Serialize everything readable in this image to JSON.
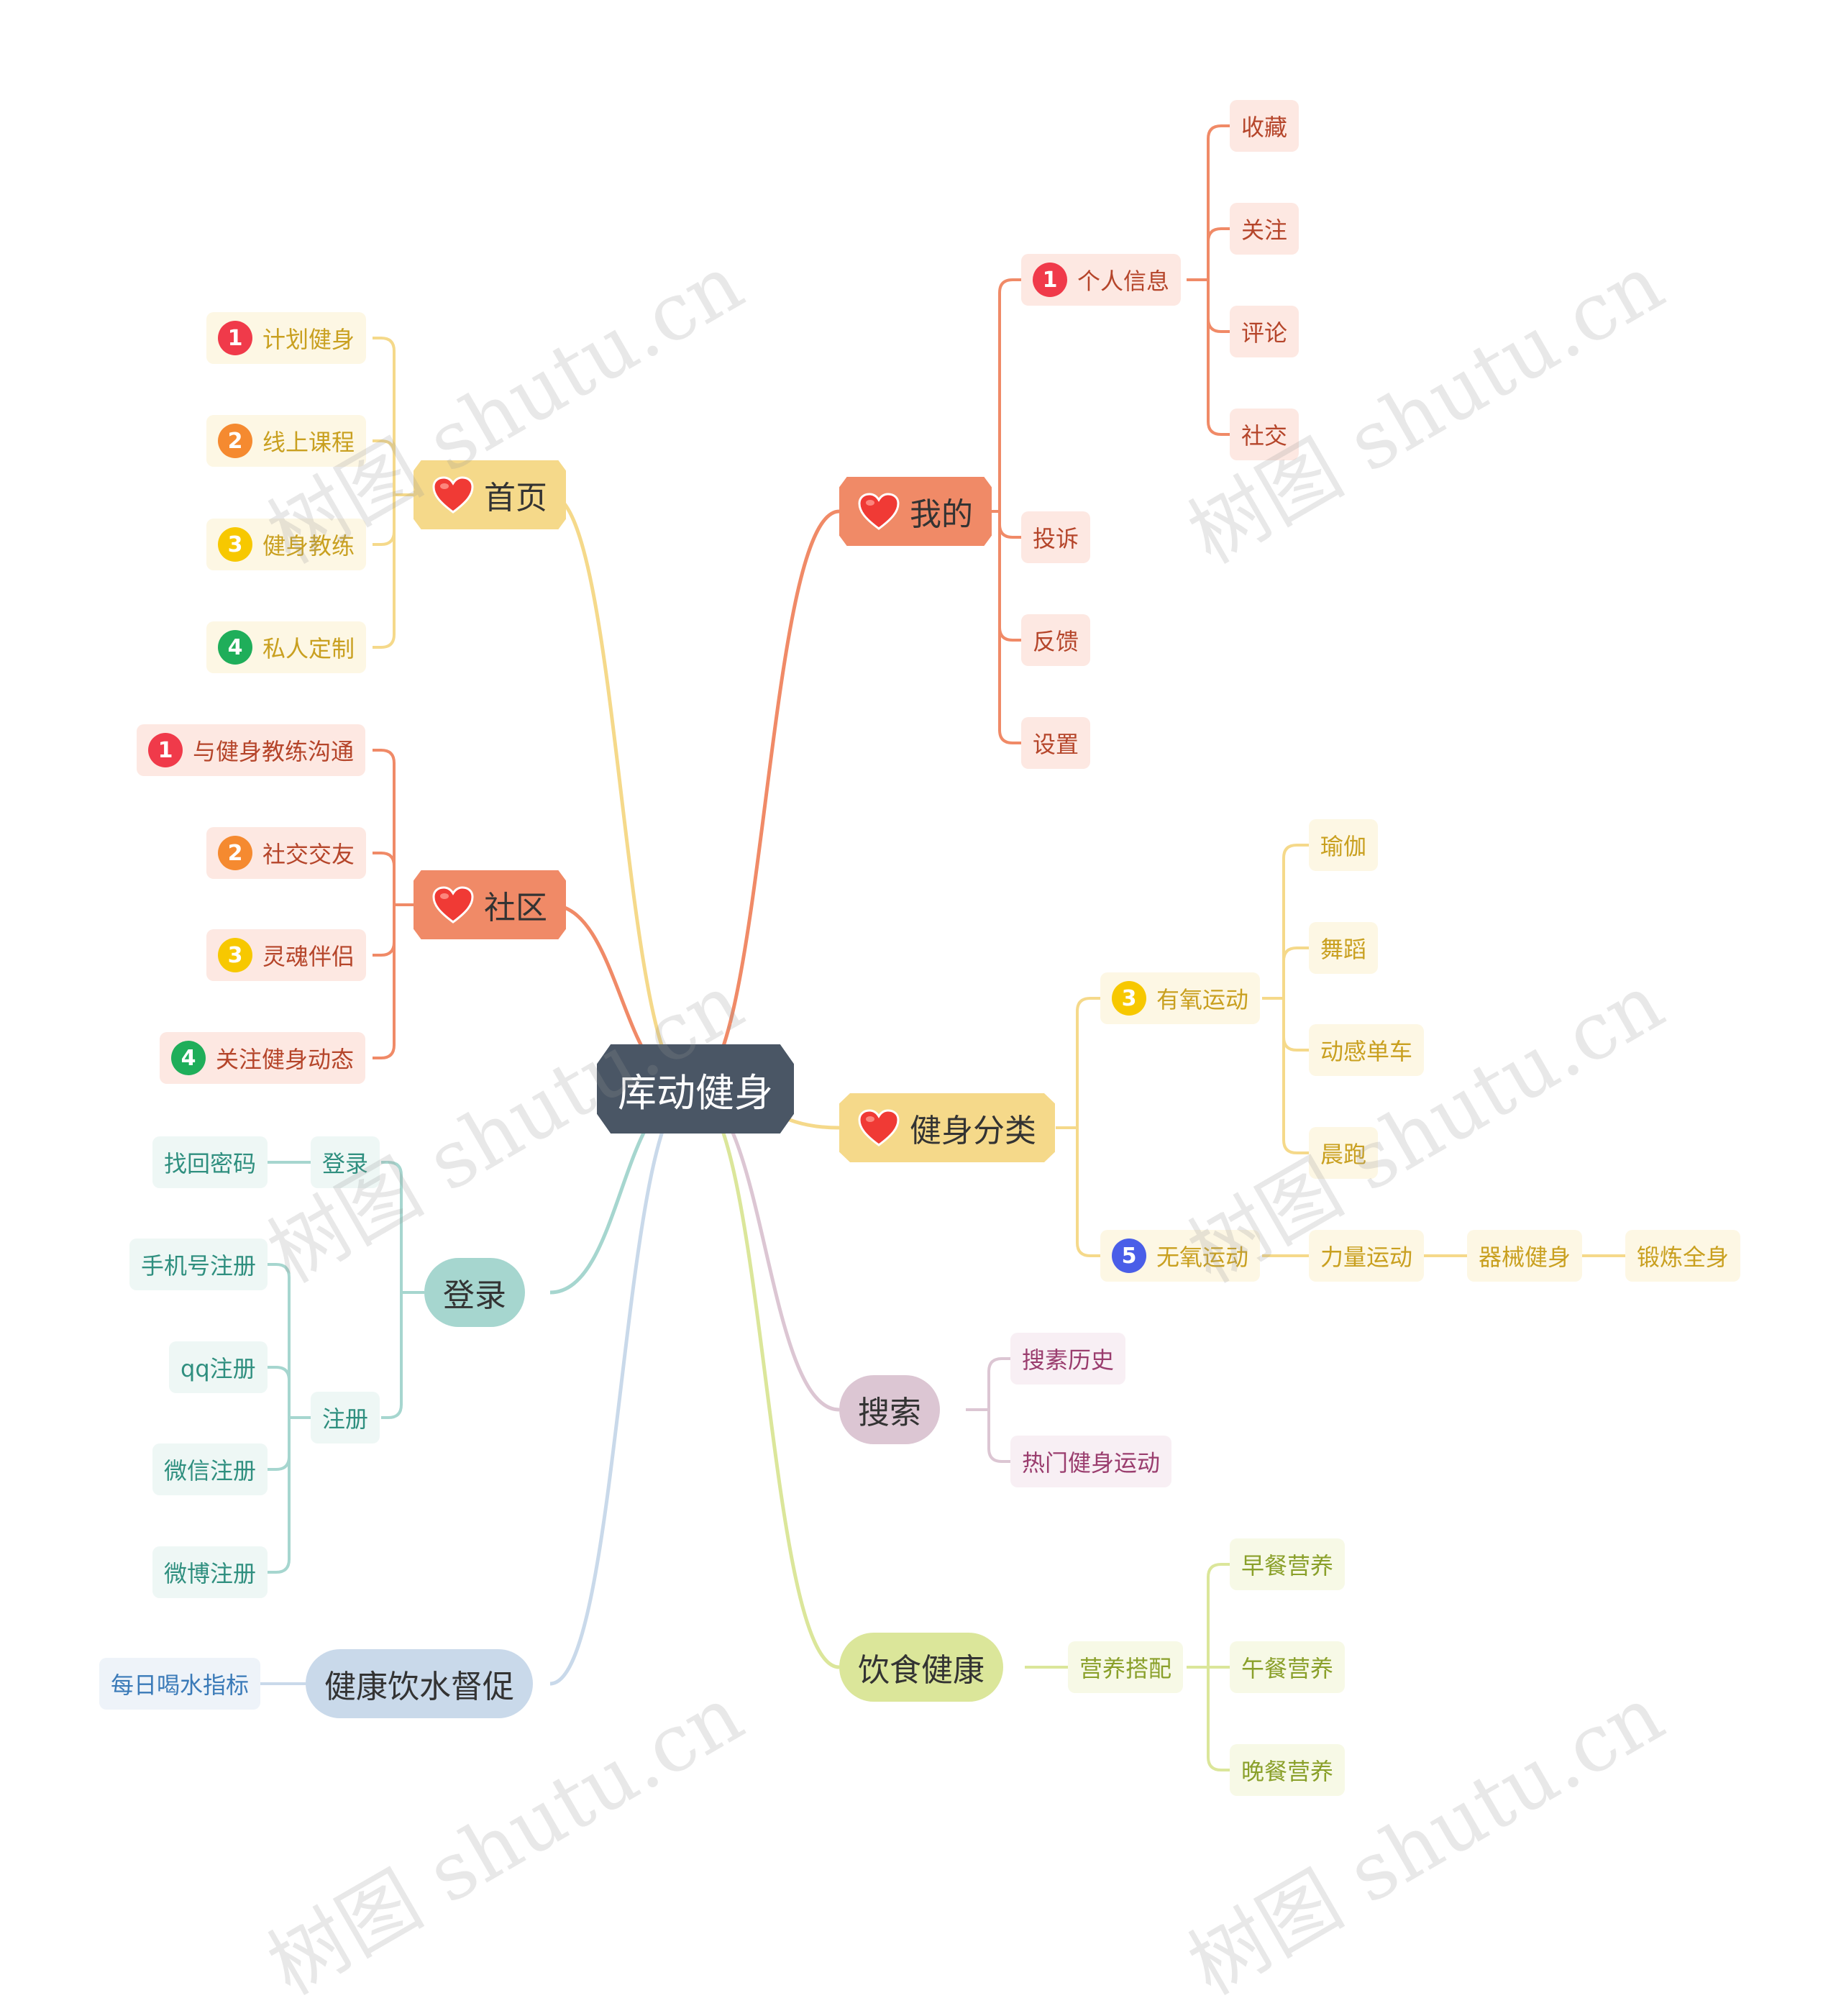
{
  "root": {
    "label": "库动健身"
  },
  "colors": {
    "home": "#f5d98a",
    "mine": "#f08a67",
    "community": "#f08a67",
    "category": "#f5d98a",
    "login": "#a6d6cf",
    "search": "#dcc6d3",
    "diet": "#dbe69a",
    "water": "#c9d9ea",
    "badge1": "#f03a4a",
    "badge2": "#f58a30",
    "badge3": "#f7c800",
    "badge4": "#1fae5a",
    "badge5": "#4a5ee8"
  },
  "branches": {
    "home": {
      "label": "首页",
      "icon": "heart-icon",
      "children": [
        {
          "label": "计划健身",
          "badge": "1"
        },
        {
          "label": "线上课程",
          "badge": "2"
        },
        {
          "label": "健身教练",
          "badge": "3"
        },
        {
          "label": "私人定制",
          "badge": "4"
        }
      ]
    },
    "community": {
      "label": "社区",
      "icon": "heart-icon",
      "children": [
        {
          "label": "与健身教练沟通",
          "badge": "1"
        },
        {
          "label": "社交交友",
          "badge": "2"
        },
        {
          "label": "灵魂伴侣",
          "badge": "3"
        },
        {
          "label": "关注健身动态",
          "badge": "4"
        }
      ]
    },
    "login": {
      "label": "登录",
      "children": [
        {
          "label": "登录",
          "children": [
            {
              "label": "找回密码"
            }
          ]
        },
        {
          "label": "注册",
          "children": [
            {
              "label": "手机号注册"
            },
            {
              "label": "qq注册"
            },
            {
              "label": "微信注册"
            },
            {
              "label": "微博注册"
            }
          ]
        }
      ]
    },
    "water": {
      "label": "健康饮水督促",
      "children": [
        {
          "label": "每日喝水指标"
        }
      ]
    },
    "mine": {
      "label": "我的",
      "icon": "heart-icon",
      "children": [
        {
          "label": "个人信息",
          "badge": "1",
          "children": [
            {
              "label": "收藏"
            },
            {
              "label": "关注"
            },
            {
              "label": "评论"
            },
            {
              "label": "社交"
            }
          ]
        },
        {
          "label": "投诉"
        },
        {
          "label": "反馈"
        },
        {
          "label": "设置"
        }
      ]
    },
    "category": {
      "label": "健身分类",
      "icon": "heart-icon",
      "children": [
        {
          "label": "有氧运动",
          "badge": "3",
          "children": [
            {
              "label": "瑜伽"
            },
            {
              "label": "舞蹈"
            },
            {
              "label": "动感单车"
            },
            {
              "label": "晨跑"
            }
          ]
        },
        {
          "label": "无氧运动",
          "badge": "5",
          "children": [
            {
              "label": "力量运动",
              "children": [
                {
                  "label": "器械健身",
                  "children": [
                    {
                      "label": "锻炼全身"
                    }
                  ]
                }
              ]
            }
          ]
        }
      ]
    },
    "search": {
      "label": "搜索",
      "children": [
        {
          "label": "搜素历史"
        },
        {
          "label": "热门健身运动"
        }
      ]
    },
    "diet": {
      "label": "饮食健康",
      "children": [
        {
          "label": "营养搭配",
          "children": [
            {
              "label": "早餐营养"
            },
            {
              "label": "午餐营养"
            },
            {
              "label": "晚餐营养"
            }
          ]
        }
      ]
    }
  },
  "watermark": "树图 shutu.cn"
}
